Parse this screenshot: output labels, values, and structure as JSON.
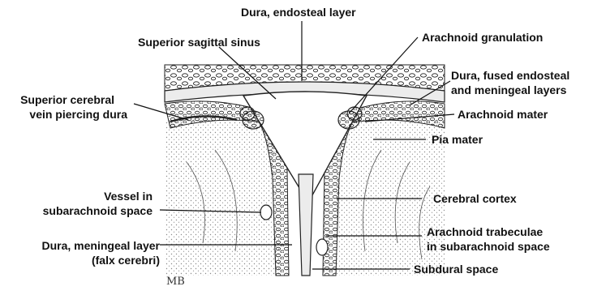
{
  "labels": {
    "dura_endosteal": "Dura, endosteal layer",
    "sss": "Superior sagittal sinus",
    "arach_gran": "Arachnoid granulation",
    "dura_fused_1": "Dura, fused endosteal",
    "dura_fused_2": "and meningeal layers",
    "arach_mater": "Arachnoid mater",
    "pia": "Pia mater",
    "scv_1": "Superior cerebral",
    "scv_2": "vein piercing dura",
    "vessel_1": "Vessel in",
    "vessel_2": "subarachnoid space",
    "cortex": "Cerebral cortex",
    "trab_1": "Arachnoid trabeculae",
    "trab_2": "in subarachnoid space",
    "dura_mening_1": "Dura, meningeal layer",
    "dura_mening_2": "(falx cerebri)",
    "subdural": "Subdural space",
    "signature": "MB"
  },
  "colors": {
    "ink": "#1a1a1a",
    "dura": "#ececec",
    "bone": "#f7f7f7",
    "stipple": "#9a9a9a"
  }
}
